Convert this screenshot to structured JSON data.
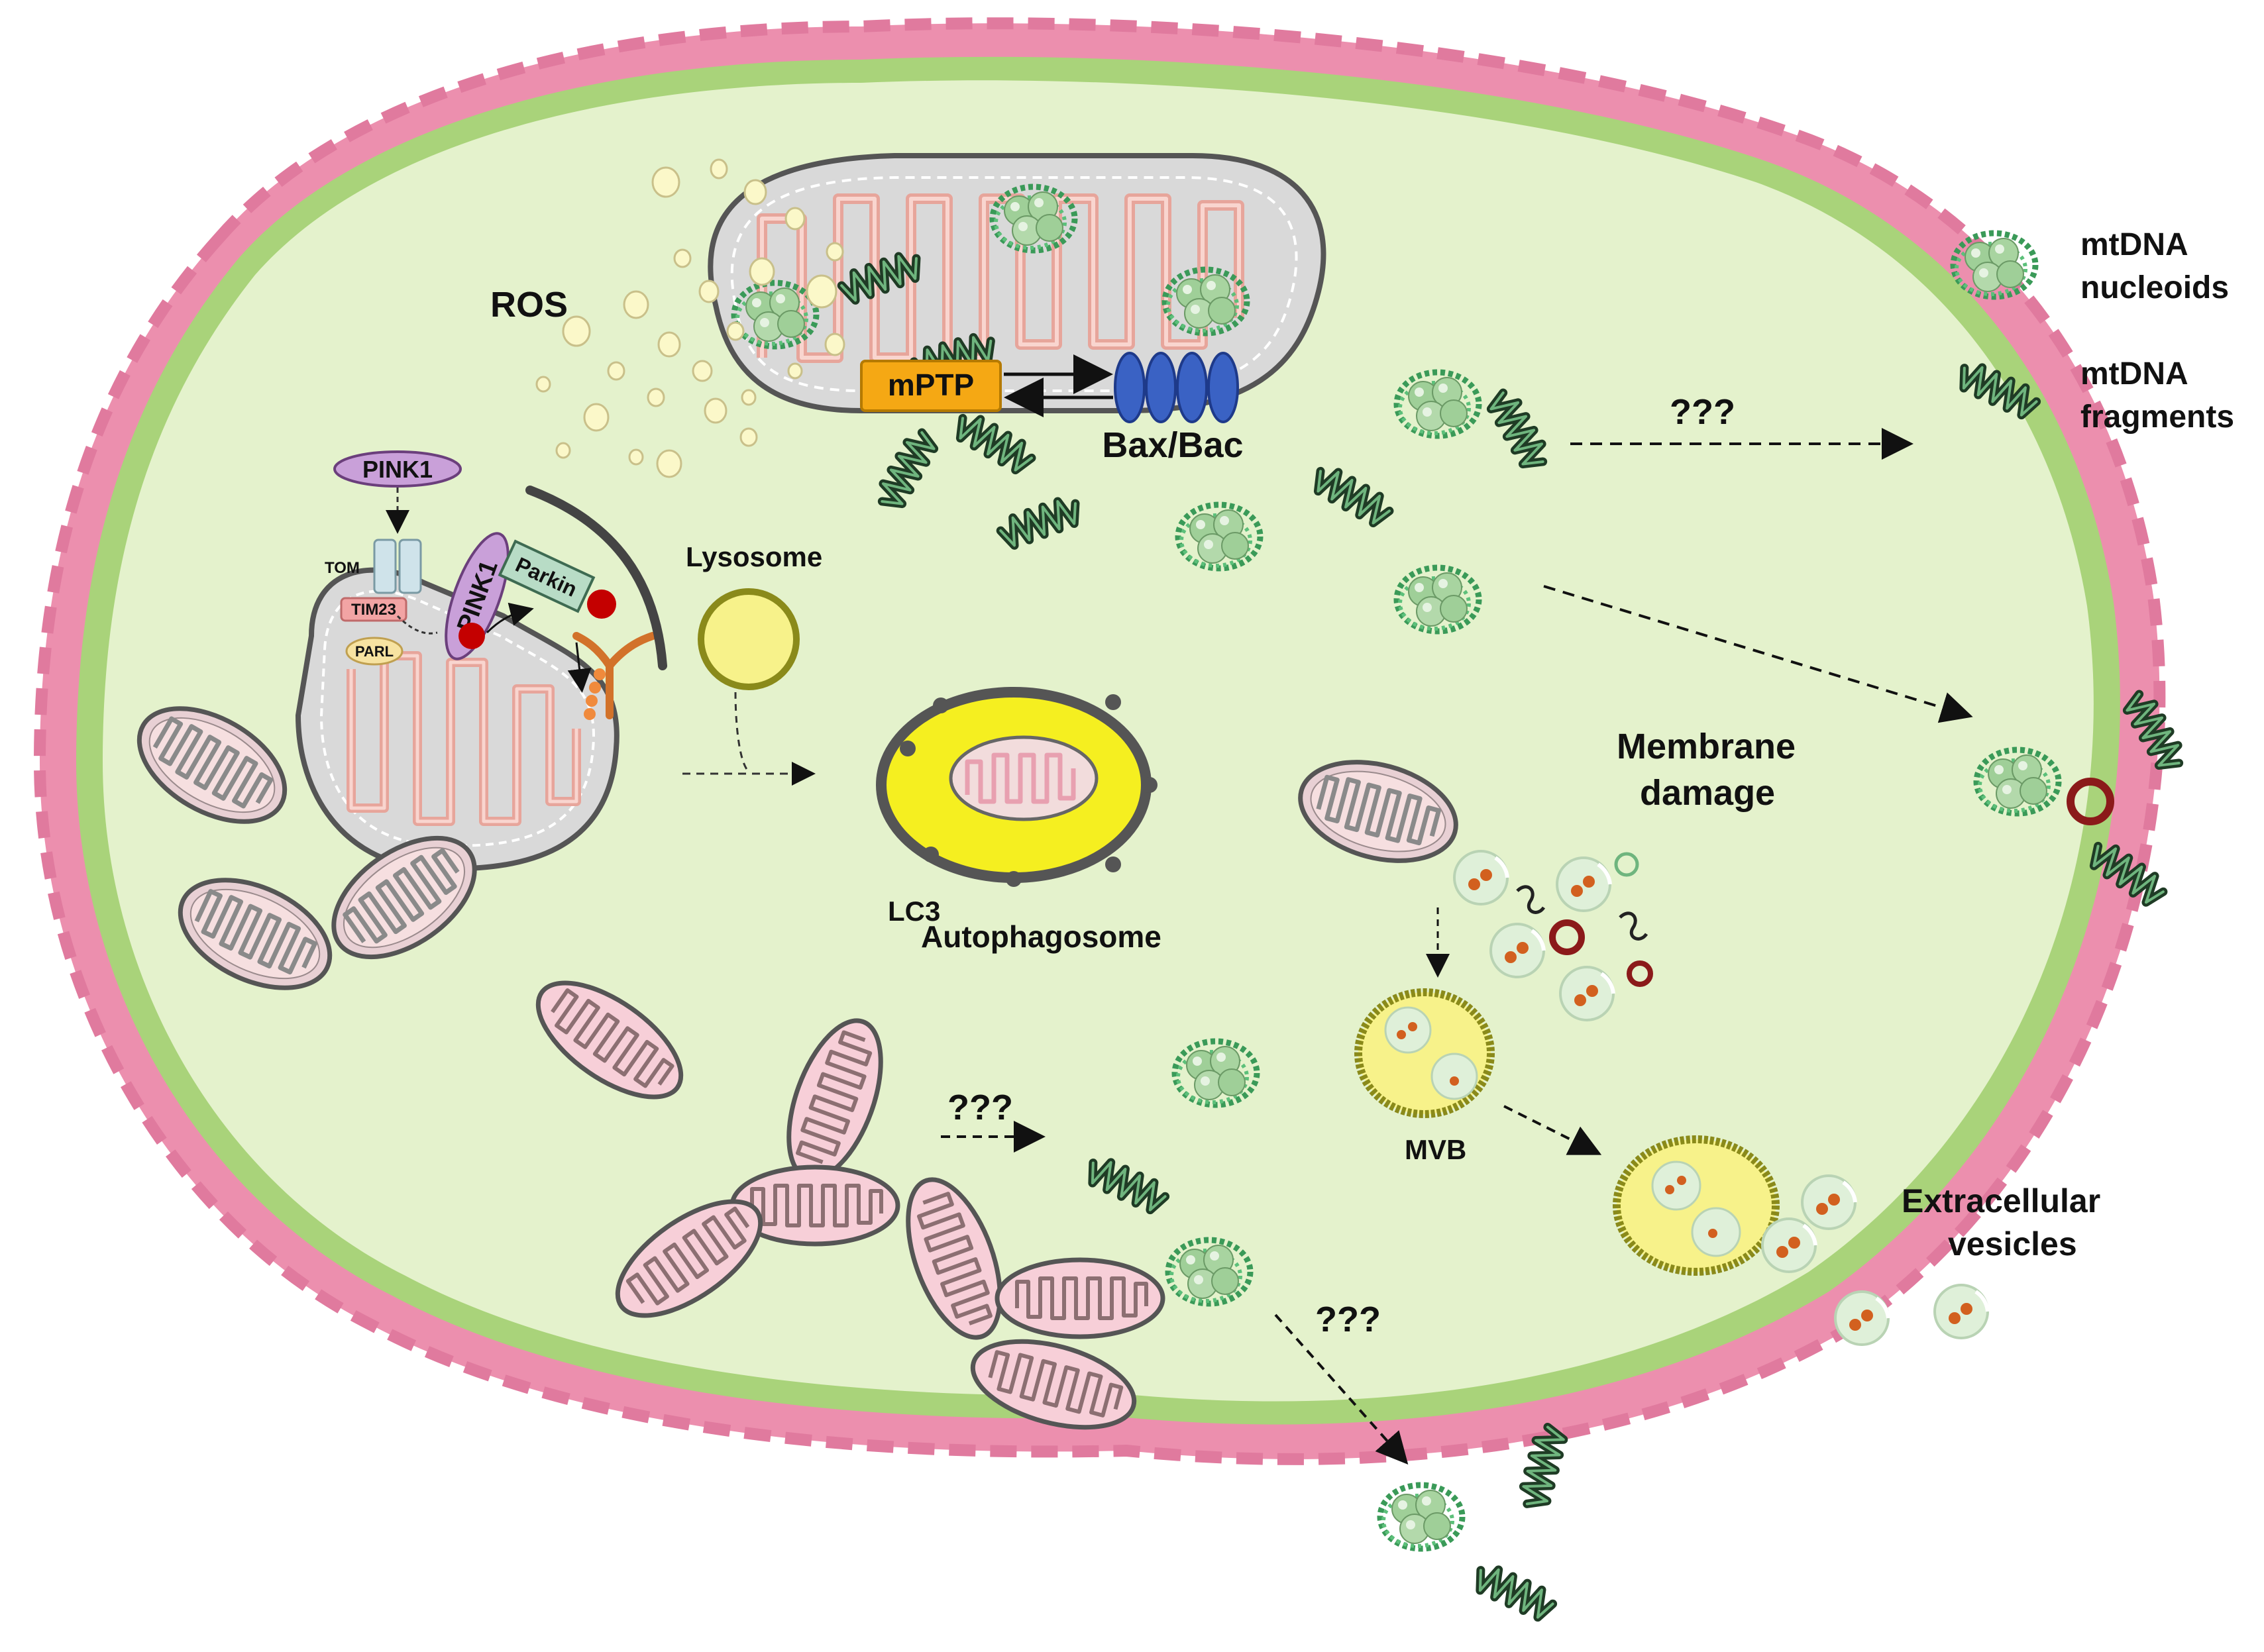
{
  "labels": {
    "ros": "ROS",
    "mptp": "mPTP",
    "bax_bac": "Bax/Bac",
    "pink1_top": "PINK1",
    "pink1_mito": "PINK1",
    "tom": "TOM",
    "tim23": "TIM23",
    "parl": "PARL",
    "parkin": "Parkin",
    "lysosome": "Lysosome",
    "lc3": "LC3",
    "autophagosome": "Autophagosome",
    "membrane_damage_1": "Membrane",
    "membrane_damage_2": "damage",
    "mvb": "MVB",
    "extracellular_1": "Extracellular",
    "extracellular_2": "vesicles",
    "unknown_1": "???",
    "unknown_2": "???",
    "unknown_3": "???"
  },
  "legend": {
    "nucleoids_1": "mtDNA",
    "nucleoids_2": "nucleoids",
    "fragments_1": "mtDNA",
    "fragments_2": "fragments"
  },
  "colors": {
    "cell_membrane": "#ec8fae",
    "cell_inner_rim": "#a9d37a",
    "cytoplasm": "#e4f2cc",
    "mito_matrix": "#d9d9d9",
    "mito_cristae": "#f4b6b0",
    "mptp": "#f5a814",
    "bax_bac": "#3a62c4",
    "lysosome": "#f7f28a",
    "autophagosome": "#f5ef20",
    "nucleoid": "#4db36a",
    "fragment": "#2f5a3a",
    "ros": "#fbf8c9"
  }
}
